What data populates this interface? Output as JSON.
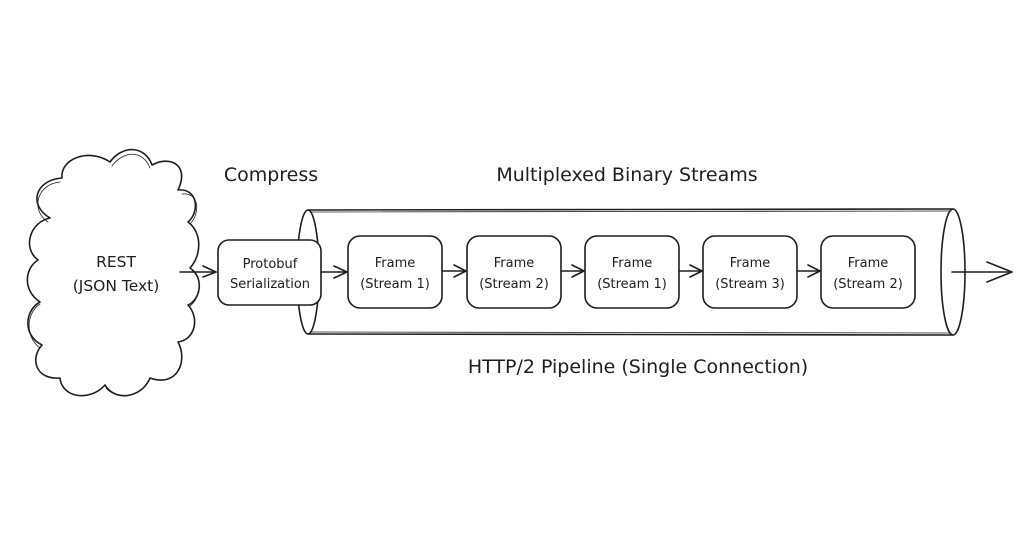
{
  "diagram": {
    "labels": {
      "compress": "Compress",
      "streams_title": "Multiplexed Binary Streams",
      "pipeline_caption": "HTTP/2 Pipeline (Single Connection)"
    },
    "source": {
      "shape": "cloud",
      "lines": [
        "REST",
        "(JSON Text)"
      ]
    },
    "serializer": {
      "shape": "rounded-rect",
      "lines": [
        "Protobuf",
        "Serialization"
      ]
    },
    "pipe": {
      "shape": "cylinder-horizontal"
    },
    "frames": [
      {
        "lines": [
          "Frame",
          "(Stream 1)"
        ]
      },
      {
        "lines": [
          "Frame",
          "(Stream 2)"
        ]
      },
      {
        "lines": [
          "Frame",
          "(Stream 1)"
        ]
      },
      {
        "lines": [
          "Frame",
          "(Stream 3)"
        ]
      },
      {
        "lines": [
          "Frame",
          "(Stream 2)"
        ]
      }
    ],
    "edges": [
      {
        "from": "source",
        "to": "serializer"
      },
      {
        "from": "serializer",
        "to": "frame-1"
      },
      {
        "from": "frame-1",
        "to": "frame-2"
      },
      {
        "from": "frame-2",
        "to": "frame-3"
      },
      {
        "from": "frame-3",
        "to": "frame-4"
      },
      {
        "from": "frame-4",
        "to": "frame-5"
      },
      {
        "from": "pipe",
        "to": "output"
      }
    ]
  }
}
